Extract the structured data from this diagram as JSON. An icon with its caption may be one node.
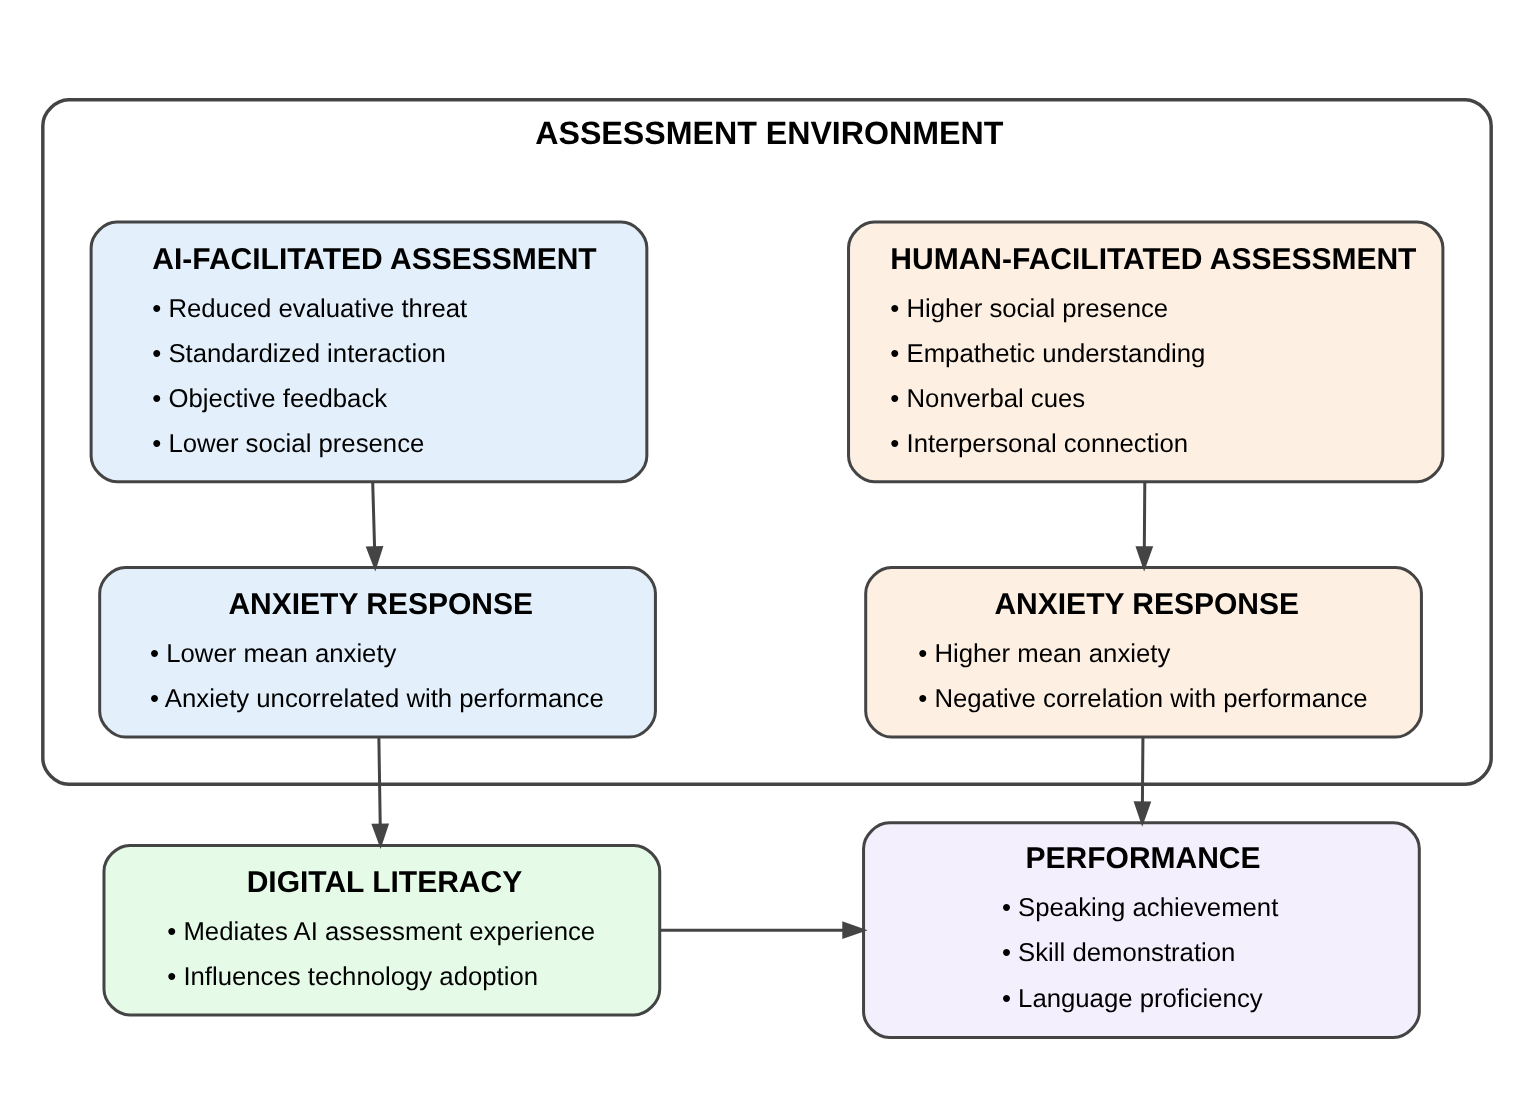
{
  "diagram": {
    "nodes": [
      {
        "text": [
          "ASSESSMENT ENVIRONMENT"
        ]
      },
      {
        "text": [
          "AI-FACILITATED ASSESSMENT",
          "• Reduced evaluative threat",
          "• Standardized interaction",
          "• Objective feedback",
          "• Lower social presence"
        ],
        "in": 0
      },
      {
        "text": [
          "HUMAN-FACILITATED ASSESSMENT",
          "• Higher social presence",
          "• Empathetic understanding",
          "• Nonverbal cues",
          "• Interpersonal connection"
        ],
        "in": 0
      },
      {
        "text": [
          "ANXIETY RESPONSE",
          "• Lower mean anxiety",
          "• Anxiety uncorrelated with performance"
        ],
        "in": 0
      },
      {
        "text": [
          "ANXIETY RESPONSE",
          "• Higher mean anxiety",
          "• Negative correlation with performance"
        ],
        "in": 0
      },
      {
        "text": [
          "DIGITAL LITERACY",
          "• Mediates AI assessment experience",
          "• Influences technology adoption"
        ]
      },
      {
        "text": [
          "PERFORMANCE",
          "• Speaking achievement",
          "• Skill demonstration",
          "• Language proficiency"
        ]
      }
    ],
    "edges": [
      {
        "from": 1,
        "to": 3,
        "arrow": "to"
      },
      {
        "from": 2,
        "to": 4,
        "arrow": "to"
      },
      {
        "from": 3,
        "to": 5,
        "arrow": "to"
      },
      {
        "from": 4,
        "to": 6,
        "arrow": "to"
      },
      {
        "from": 5,
        "to": 6,
        "arrow": "to"
      }
    ]
  }
}
